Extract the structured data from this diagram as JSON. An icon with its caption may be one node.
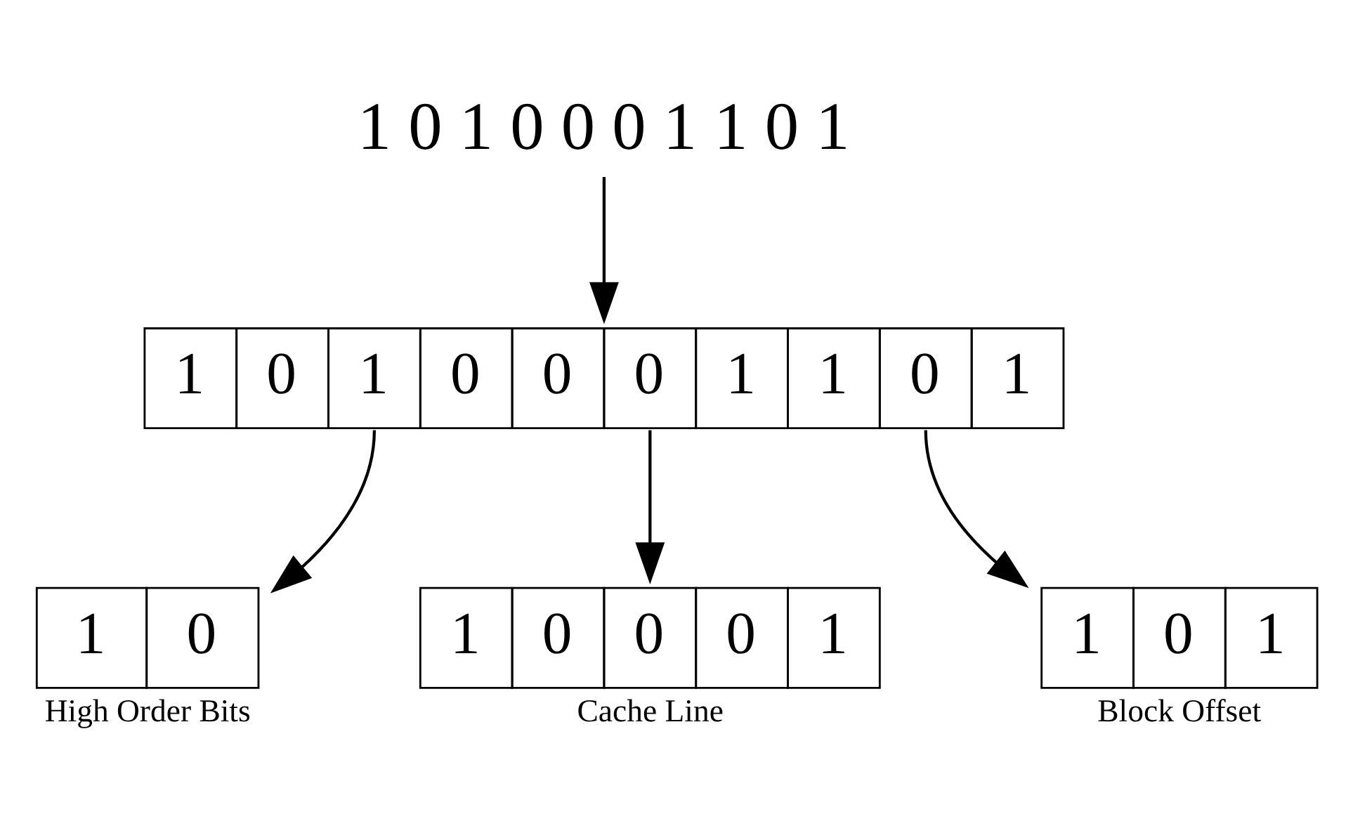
{
  "diagram": {
    "nodes": [
      {
        "text": [
          "1 0 1 0 0 0 1 1 0 1"
        ]
      },
      {
        "text": [
          "1",
          "0",
          "1",
          "0",
          "0",
          "0",
          "1",
          "1",
          "0",
          "1"
        ]
      },
      {
        "text": [
          "1",
          "0"
        ],
        "beside": [
          "High Order Bits"
        ]
      },
      {
        "text": [
          "1",
          "0",
          "0",
          "0",
          "1"
        ],
        "beside": [
          "Cache Line"
        ]
      },
      {
        "text": [
          "1",
          "0",
          "1"
        ],
        "beside": [
          "Block Offset"
        ]
      }
    ],
    "edges": [
      {
        "from": 0,
        "to": 1,
        "arrow": "to"
      },
      {
        "from": 1,
        "to": 2,
        "arrow": "to"
      },
      {
        "from": 1,
        "to": 3,
        "arrow": "to"
      },
      {
        "from": 1,
        "to": 4,
        "arrow": "to"
      }
    ]
  }
}
